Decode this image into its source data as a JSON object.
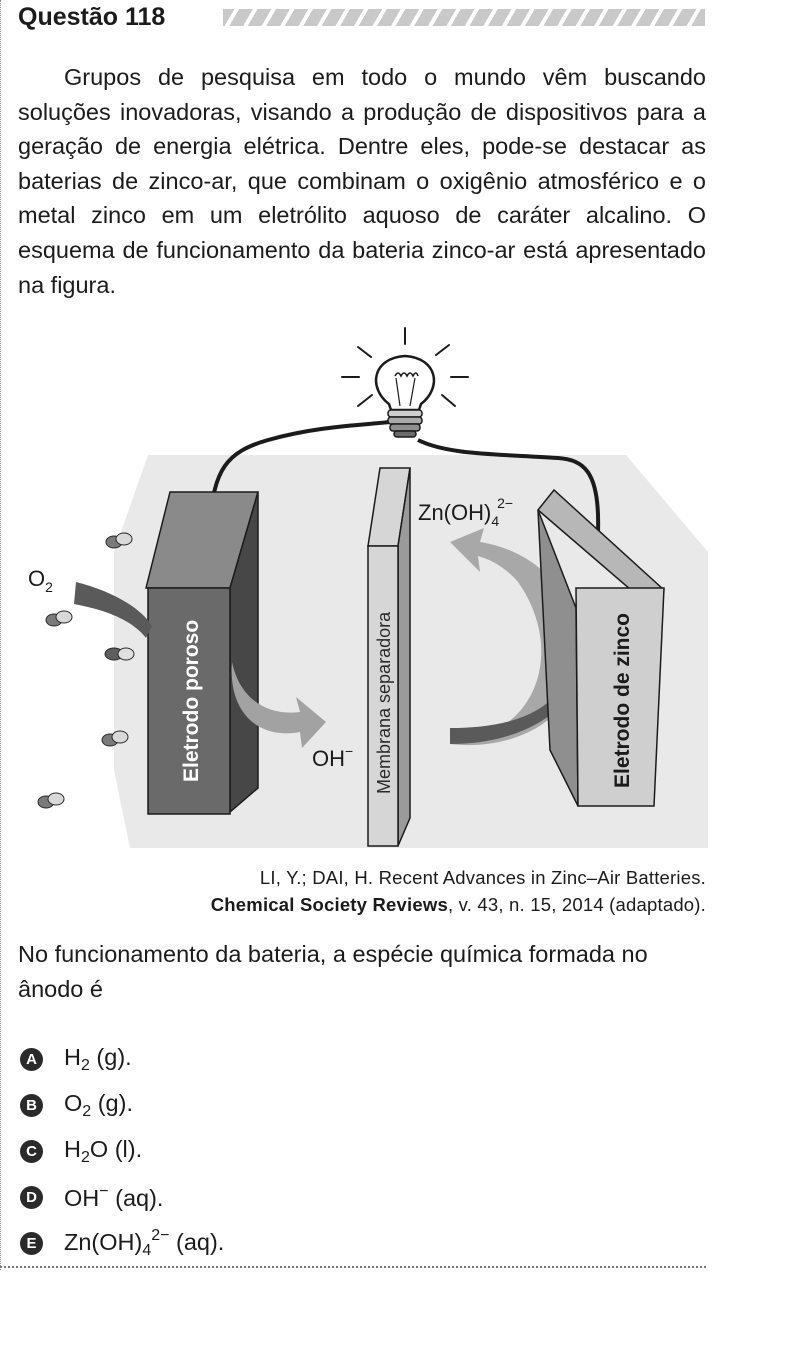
{
  "question": {
    "title": "Questão 118",
    "paragraph": "Grupos de pesquisa em todo o mundo vêm buscando soluções inovadoras, visando a produção de dispositivos para a geração de energia elétrica. Dentre eles, pode-se destacar as baterias de zinco-ar, que combinam o oxigênio atmosférico e o metal zinco em um eletrólito aquoso de caráter alcalino. O esquema de funcionamento da bateria zinco-ar está apresentado na figura.",
    "stem": "No funcionamento da bateria, a espécie química formada no ânodo é"
  },
  "figure": {
    "labels": {
      "o2": "O",
      "o2_sub": "2",
      "oh": "OH",
      "oh_sup": "−",
      "zn": "Zn(OH)",
      "zn_sub": "4",
      "zn_sup": "2−",
      "porous_electrode": "Eletrodo poroso",
      "membrane": "Membrana separadora",
      "zinc_electrode": "Eletrodo de zinco"
    }
  },
  "caption": {
    "line1": "LI, Y.; DAI, H. Recent Advances in Zinc–Air Batteries.",
    "journal": "Chemical Society Reviews",
    "line2_rest": ", v. 43, n. 15, 2014 (adaptado)."
  },
  "options": [
    {
      "letter": "A",
      "main": "H",
      "sub": "2",
      "sup": "",
      "rest": " (g)."
    },
    {
      "letter": "B",
      "main": "O",
      "sub": "2",
      "sup": "",
      "rest": " (g)."
    },
    {
      "letter": "C",
      "main": "H",
      "sub": "2",
      "sup": "",
      "rest": "O (l)."
    },
    {
      "letter": "D",
      "main": "OH",
      "sub": "",
      "sup": "−",
      "rest": " (aq)."
    },
    {
      "letter": "E",
      "main": "Zn(OH)",
      "sub": "4",
      "sup": "2−",
      "rest": " (aq)."
    }
  ]
}
